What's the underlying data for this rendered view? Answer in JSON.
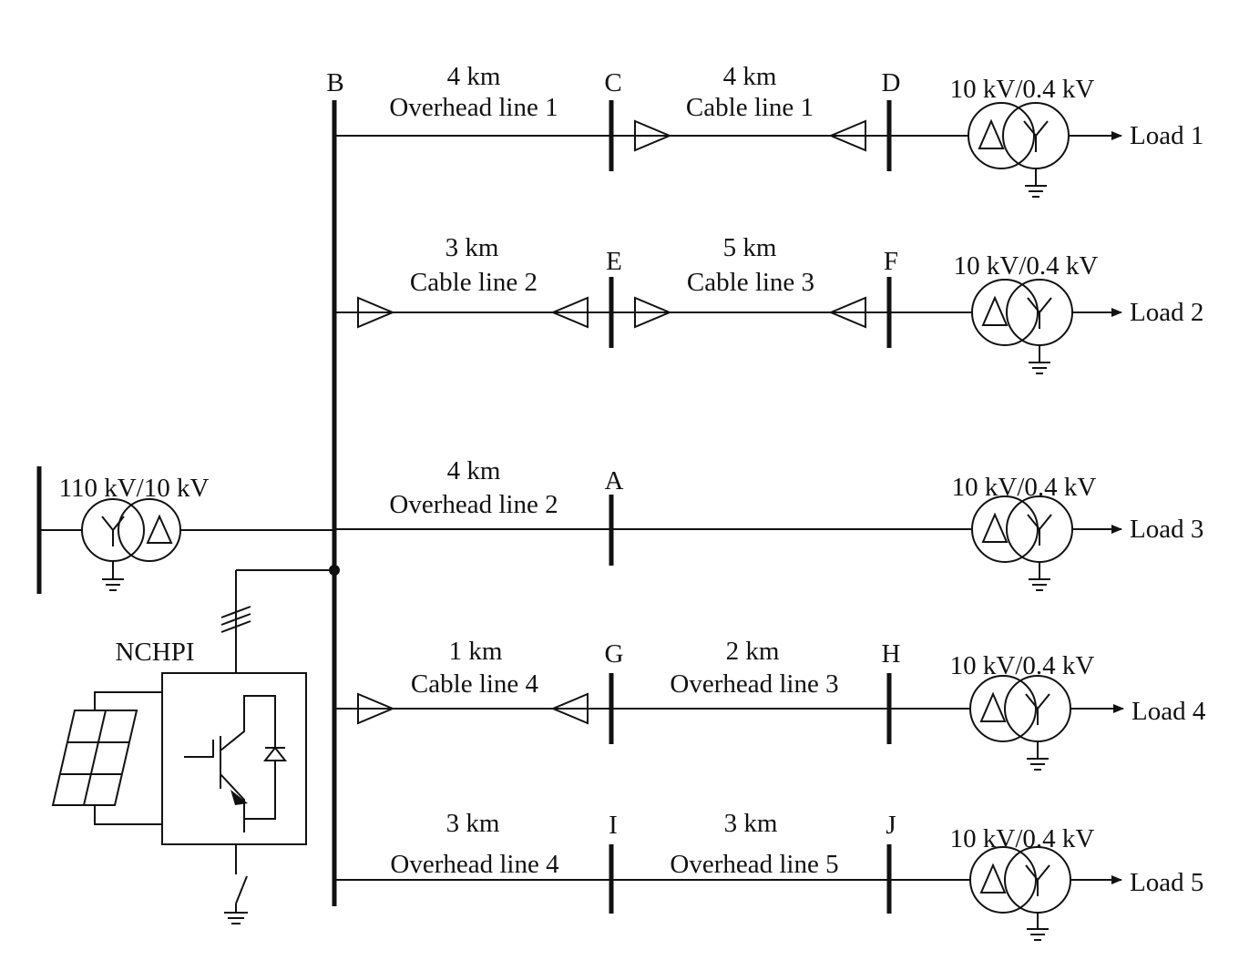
{
  "colors": {
    "stroke": "#111111",
    "background": "#ffffff"
  },
  "buses": {
    "A": "A",
    "B": "B",
    "C": "C",
    "D": "D",
    "E": "E",
    "F": "F",
    "G": "G",
    "H": "H",
    "I": "I",
    "J": "J"
  },
  "source_transformer": {
    "label": "110 kV/10 kV"
  },
  "converter": {
    "label": "NCHPI",
    "icon": "pv-panel-icon"
  },
  "feeders": [
    {
      "segments": [
        {
          "length": "4 km",
          "name": "Overhead line 1"
        },
        {
          "length": "4 km",
          "name": "Cable line 1"
        }
      ],
      "transformer": "10 kV/0.4 kV",
      "load": "Load 1"
    },
    {
      "segments": [
        {
          "length": "3 km",
          "name": "Cable line 2"
        },
        {
          "length": "5 km",
          "name": "Cable line 3"
        }
      ],
      "transformer": "10 kV/0.4 kV",
      "load": "Load 2"
    },
    {
      "segments": [
        {
          "length": "4 km",
          "name": "Overhead line 2"
        }
      ],
      "transformer": "10 kV/0.4 kV",
      "load": "Load 3"
    },
    {
      "segments": [
        {
          "length": "1 km",
          "name": "Cable line 4"
        },
        {
          "length": "2 km",
          "name": "Overhead line 3"
        }
      ],
      "transformer": "10 kV/0.4 kV",
      "load": "Load 4"
    },
    {
      "segments": [
        {
          "length": "3 km",
          "name": "Overhead line 4"
        },
        {
          "length": "3 km",
          "name": "Overhead line 5"
        }
      ],
      "transformer": "10 kV/0.4 kV",
      "load": "Load 5"
    }
  ]
}
